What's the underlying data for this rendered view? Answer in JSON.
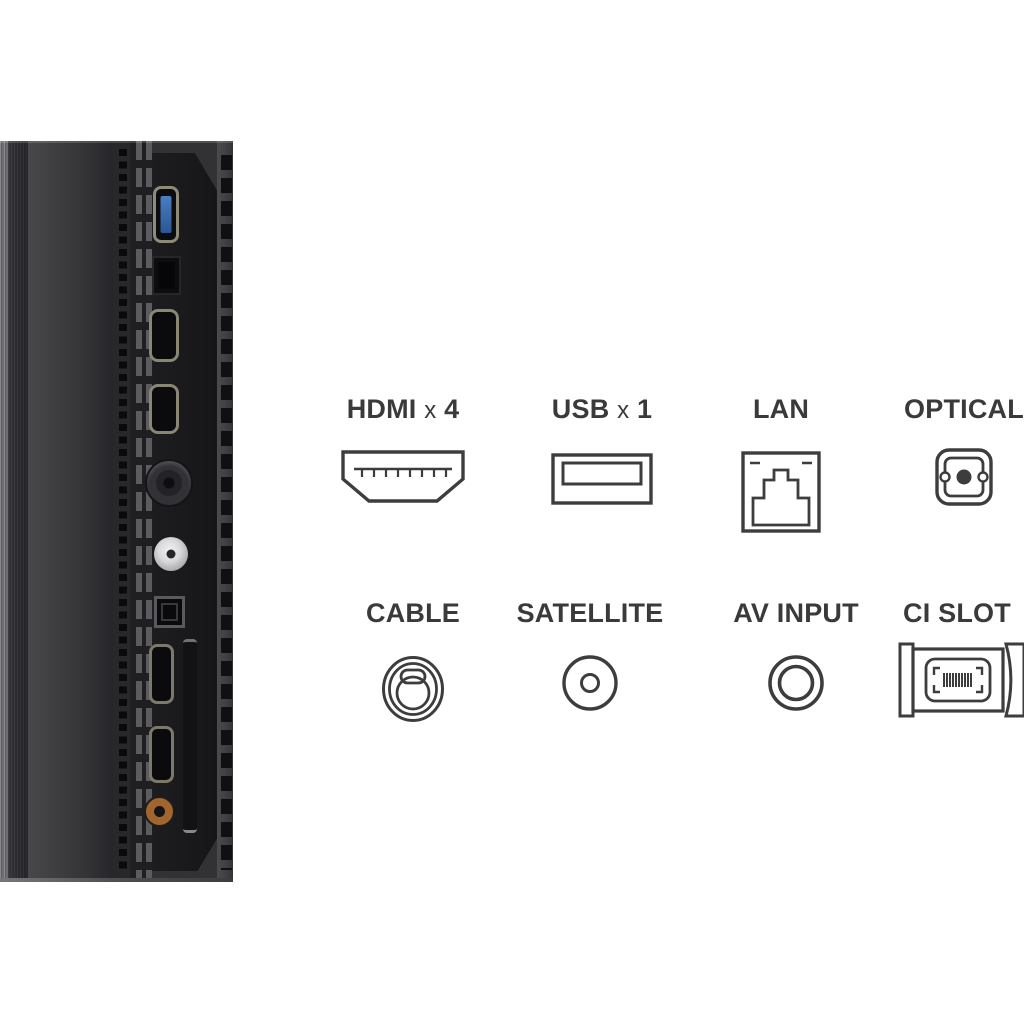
{
  "diagram": {
    "background": "#ffffff",
    "label_color": "#3a3a3a",
    "icon_stroke": "#3d3d3d",
    "items": [
      {
        "name": "hdmi",
        "label": "HDMI",
        "times": "x",
        "count": "4"
      },
      {
        "name": "usb",
        "label": "USB",
        "times": "x",
        "count": "1"
      },
      {
        "name": "lan",
        "label": "LAN"
      },
      {
        "name": "optical",
        "label": "OPTICAL"
      },
      {
        "name": "cable",
        "label": "CABLE"
      },
      {
        "name": "satellite",
        "label": "SATELLITE"
      },
      {
        "name": "av_input",
        "label": "AV INPUT"
      },
      {
        "name": "ci_slot",
        "label": "CI SLOT"
      }
    ]
  },
  "tv_panel": {
    "ports_top_to_bottom": [
      "usb",
      "lan",
      "hdmi",
      "hdmi",
      "cable-coax",
      "satellite-f-connector",
      "optical",
      "hdmi",
      "hdmi",
      "av-minijack"
    ],
    "colors": {
      "usb_insert_blue": "#2f5c9e",
      "av_jack_orange": "#a0662e",
      "satellite_connector_silver": "#d9d9db",
      "panel_body": "#3a3a3d",
      "port_plate": "#1a1a1c"
    }
  }
}
